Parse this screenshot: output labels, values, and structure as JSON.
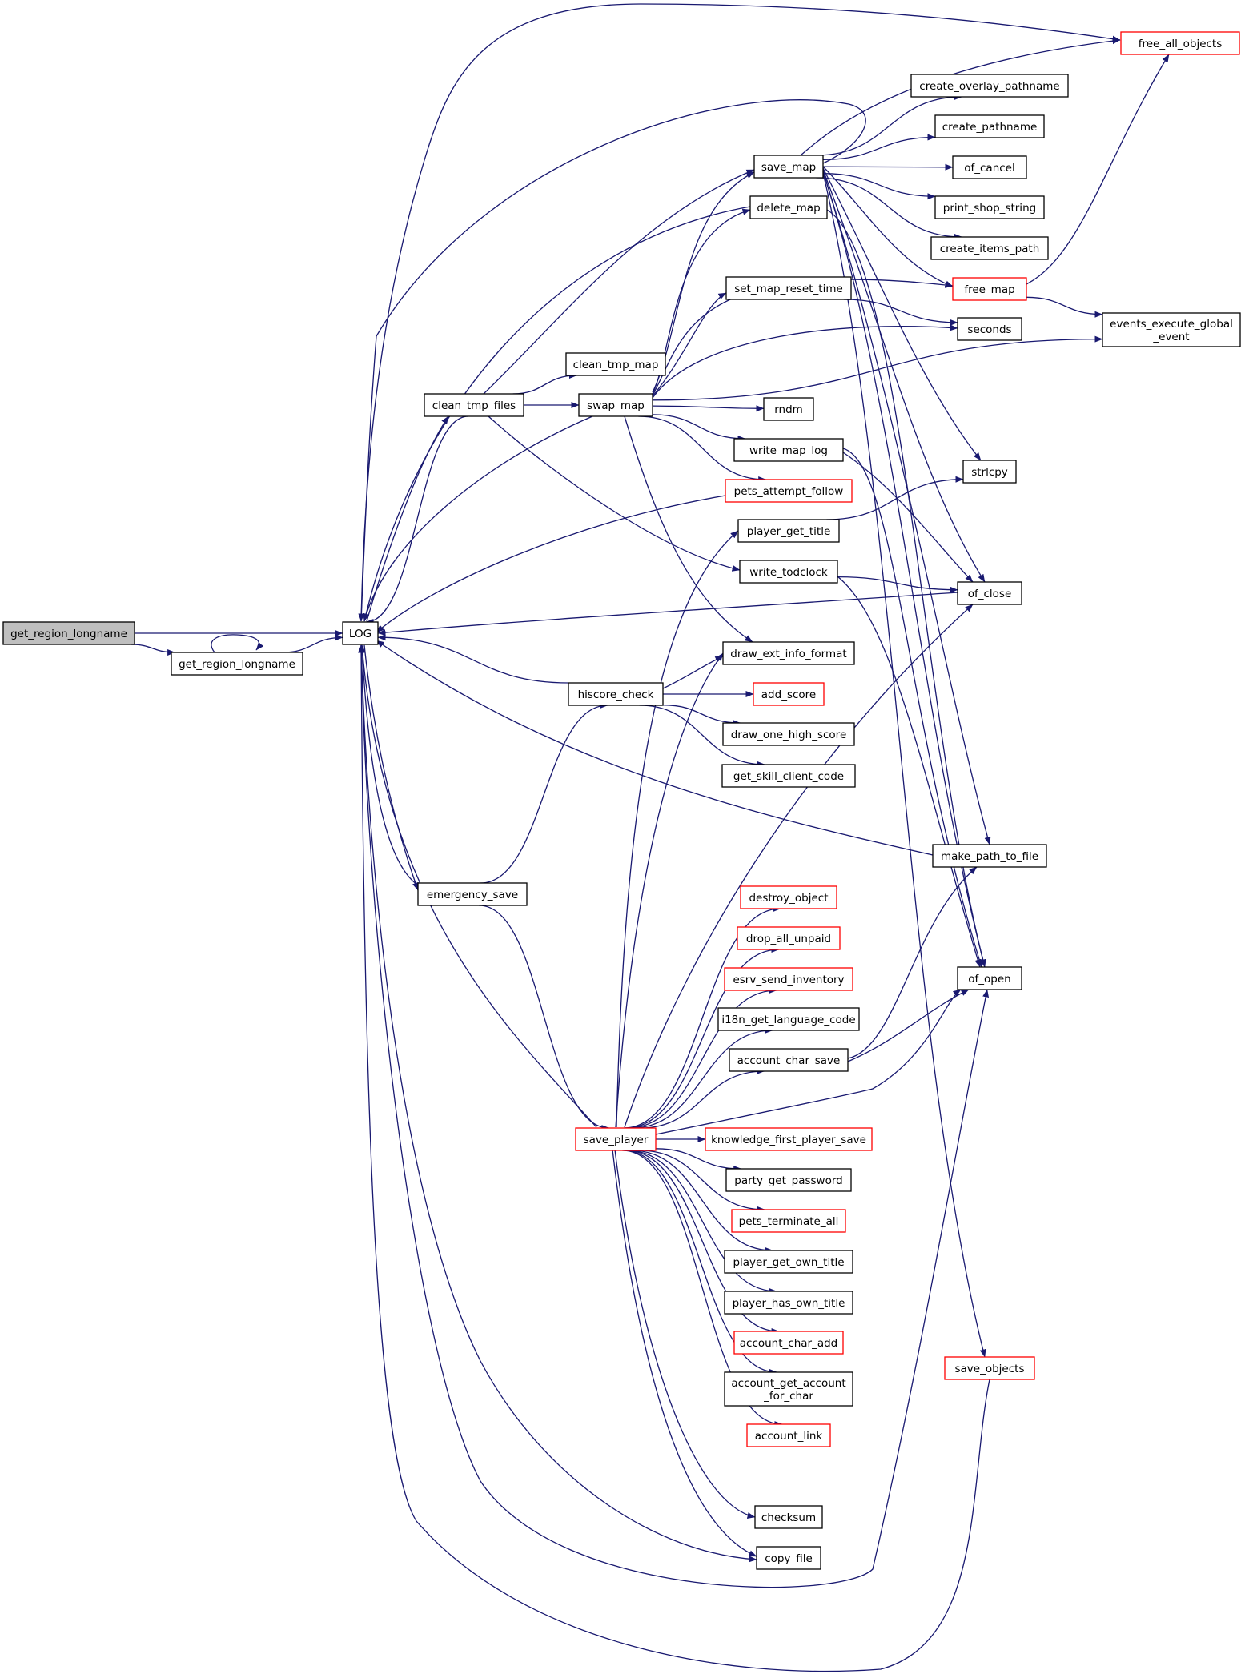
{
  "colors": {
    "edge": "#191970",
    "root_fill": "#bfbfbf",
    "node_fill": "#ffffff",
    "node_border": "#000000",
    "external_border": "#ff0000"
  },
  "nodes": {
    "root": {
      "label": "get_region_longname",
      "style": "root"
    },
    "grl": {
      "label": "get_region_longname",
      "style": "normal"
    },
    "log": {
      "label": "LOG",
      "style": "normal"
    },
    "ctf": {
      "label": "clean_tmp_files",
      "style": "normal"
    },
    "es": {
      "label": "emergency_save",
      "style": "normal"
    },
    "ctm": {
      "label": "clean_tmp_map",
      "style": "normal"
    },
    "swap": {
      "label": "swap_map",
      "style": "normal"
    },
    "hs": {
      "label": "hiscore_check",
      "style": "normal"
    },
    "sp": {
      "label": "save_player",
      "style": "red"
    },
    "savemap": {
      "label": "save_map",
      "style": "normal"
    },
    "delmap": {
      "label": "delete_map",
      "style": "normal"
    },
    "smrt": {
      "label": "set_map_reset_time",
      "style": "normal"
    },
    "rndm": {
      "label": "rndm",
      "style": "normal"
    },
    "wml": {
      "label": "write_map_log",
      "style": "normal"
    },
    "paf": {
      "label": "pets_attempt_follow",
      "style": "red"
    },
    "pgt": {
      "label": "player_get_title",
      "style": "normal"
    },
    "wtc": {
      "label": "write_todclock",
      "style": "normal"
    },
    "deif": {
      "label": "draw_ext_info_format",
      "style": "normal"
    },
    "addscore": {
      "label": "add_score",
      "style": "red"
    },
    "dohs": {
      "label": "draw_one_high_score",
      "style": "normal"
    },
    "gscc": {
      "label": "get_skill_client_code",
      "style": "normal"
    },
    "destroy": {
      "label": "destroy_object",
      "style": "red"
    },
    "dau": {
      "label": "drop_all_unpaid",
      "style": "red"
    },
    "esi": {
      "label": "esrv_send_inventory",
      "style": "red"
    },
    "i18n": {
      "label": "i18n_get_language_code",
      "style": "normal"
    },
    "acs": {
      "label": "account_char_save",
      "style": "normal"
    },
    "kfps": {
      "label": "knowledge_first_player_save",
      "style": "red"
    },
    "pgp": {
      "label": "party_get_password",
      "style": "normal"
    },
    "pta": {
      "label": "pets_terminate_all",
      "style": "red"
    },
    "pgot": {
      "label": "player_get_own_title",
      "style": "normal"
    },
    "phot": {
      "label": "player_has_own_title",
      "style": "normal"
    },
    "aca": {
      "label": "account_char_add",
      "style": "red"
    },
    "agafc": {
      "label": "account_get_account\n_for_char",
      "style": "normal"
    },
    "al": {
      "label": "account_link",
      "style": "red"
    },
    "checksum": {
      "label": "checksum",
      "style": "normal"
    },
    "copy": {
      "label": "copy_file",
      "style": "normal"
    },
    "fao": {
      "label": "free_all_objects",
      "style": "red"
    },
    "cop": {
      "label": "create_overlay_pathname",
      "style": "normal"
    },
    "cp": {
      "label": "create_pathname",
      "style": "normal"
    },
    "ofc": {
      "label": "of_cancel",
      "style": "normal"
    },
    "pss": {
      "label": "print_shop_string",
      "style": "normal"
    },
    "cip": {
      "label": "create_items_path",
      "style": "normal"
    },
    "freemap": {
      "label": "free_map",
      "style": "red"
    },
    "eege": {
      "label": "events_execute_global\n_event",
      "style": "normal"
    },
    "seconds": {
      "label": "seconds",
      "style": "normal"
    },
    "strlcpy": {
      "label": "strlcpy",
      "style": "normal"
    },
    "ofclose": {
      "label": "of_close",
      "style": "normal"
    },
    "mptf": {
      "label": "make_path_to_file",
      "style": "normal"
    },
    "ofopen": {
      "label": "of_open",
      "style": "normal"
    },
    "so": {
      "label": "save_objects",
      "style": "red"
    }
  },
  "edges": [
    "root>log",
    "root>grl",
    "grl>grl",
    "grl>log",
    "ctf>log",
    "ctf>savemap",
    "ctf>ctm",
    "ctf>swap",
    "ctf>wtc",
    "es>log",
    "es>hs",
    "es>sp",
    "swap>log",
    "swap>savemap",
    "swap>delmap",
    "swap>freemap",
    "swap>smrt",
    "swap>seconds",
    "swap>eege",
    "swap>rndm",
    "swap>wml",
    "swap>paf",
    "swap>deif",
    "hs>log",
    "hs>deif",
    "hs>addscore",
    "hs>dohs",
    "hs>gscc",
    "sp>log",
    "sp>pgt",
    "sp>deif",
    "sp>destroy",
    "sp>dau",
    "sp>esi",
    "sp>i18n",
    "sp>acs",
    "sp>kfps",
    "sp>pgp",
    "sp>pta",
    "sp>pgot",
    "sp>phot",
    "sp>aca",
    "sp>agafc",
    "sp>al",
    "sp>checksum",
    "sp>copy",
    "sp>ofclose",
    "sp>ofopen",
    "savemap>log",
    "savemap>fao",
    "savemap>cop",
    "savemap>cp",
    "savemap>ofc",
    "savemap>pss",
    "savemap>cip",
    "savemap>freemap",
    "savemap>strlcpy",
    "savemap>ofclose",
    "savemap>mptf",
    "savemap>ofopen",
    "savemap>so",
    "delmap>log",
    "delmap>ofopen",
    "smrt>seconds",
    "freemap>fao",
    "freemap>eege",
    "wml>ofclose",
    "wml>ofopen",
    "paf>log",
    "pgt>strlcpy",
    "wtc>ofclose",
    "wtc>ofopen",
    "acs>mptf",
    "acs>ofopen",
    "mptf>log",
    "ofclose>log",
    "so>log",
    "log>fao",
    "log>ctf",
    "log>es",
    "log>copy",
    "log>ofopen"
  ]
}
